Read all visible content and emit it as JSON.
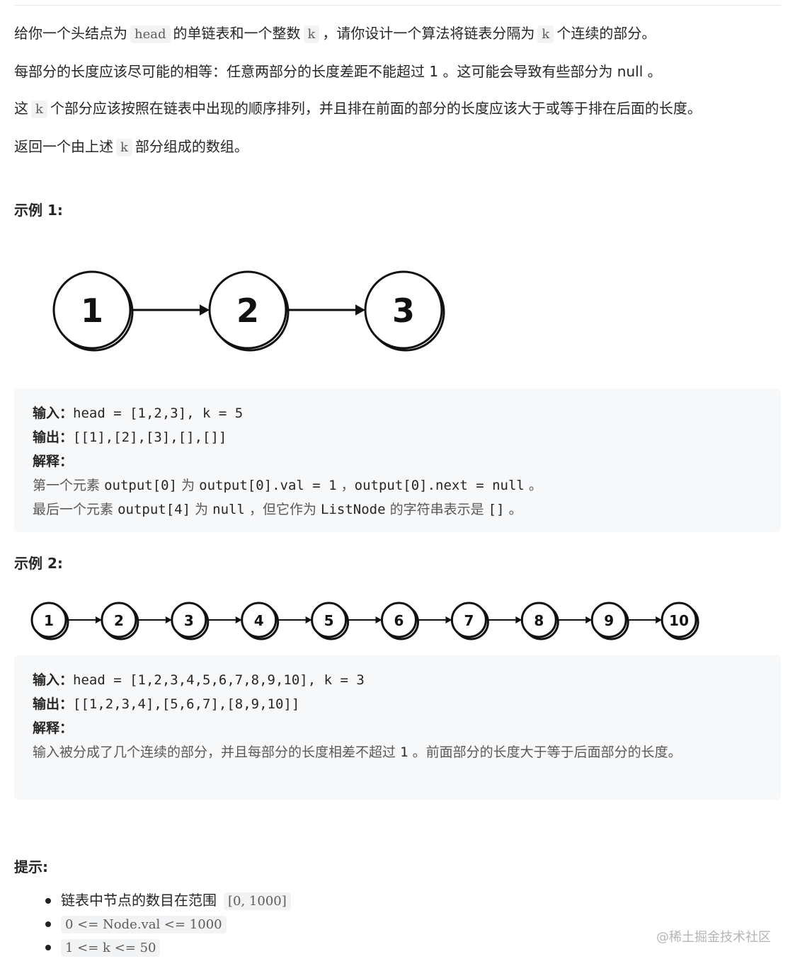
{
  "intro": {
    "p1": {
      "a": "给你一个头结点为",
      "code1": "head",
      "b": "的单链表和一个整数",
      "code2": "k",
      "c": "，请你设计一个算法将链表分隔为",
      "code3": "k",
      "d": "个连续的部分。"
    },
    "p2": "每部分的长度应该尽可能的相等：任意两部分的长度差距不能超过 1 。这可能会导致有些部分为 null 。",
    "p3": {
      "a": "这",
      "code": "k",
      "b": "个部分应该按照在链表中出现的顺序排列，并且排在前面的部分的长度应该大于或等于排在后面的长度。"
    },
    "p4": {
      "a": "返回一个由上述",
      "code": "k",
      "b": "部分组成的数组。"
    }
  },
  "example1": {
    "heading": "示例 1:",
    "nodes": [
      "1",
      "2",
      "3"
    ],
    "input_label": "输入：",
    "input": "head = [1,2,3], k = 5",
    "output_label": "输出：",
    "output": "[[1],[2],[3],[],[]]",
    "explain_label": "解释：",
    "explain1": {
      "a": "第一个元素",
      "m1": "output[0]",
      "b": "为",
      "m2": "output[0].val = 1",
      "c": "，",
      "m3": "output[0].next = null",
      "d": "。"
    },
    "explain2": {
      "a": "最后一个元素",
      "m1": "output[4]",
      "b": "为",
      "m2": "null",
      "c": "，但它作为",
      "m3": "ListNode",
      "d": "的字符串表示是",
      "m4": "[]",
      "e": "。"
    }
  },
  "example2": {
    "heading": "示例 2:",
    "nodes": [
      "1",
      "2",
      "3",
      "4",
      "5",
      "6",
      "7",
      "8",
      "9",
      "10"
    ],
    "input_label": "输入：",
    "input": "head = [1,2,3,4,5,6,7,8,9,10], k = 3",
    "output_label": "输出：",
    "output": "[[1,2,3,4],[5,6,7],[8,9,10]]",
    "explain_label": "解释：",
    "explain": {
      "a": "输入被分成了几个连续的部分，并且每部分的长度相差不超过",
      "m1": "1",
      "b": "。前面部分的长度大于等于后面部分的长度。"
    }
  },
  "hints": {
    "heading": "提示:",
    "items": [
      {
        "text": "链表中节点的数目在范围",
        "code": "[0, 1000]"
      },
      {
        "text": "",
        "code": "0 <= Node.val <= 1000"
      },
      {
        "text": "",
        "code": "1 <= k <= 50"
      }
    ]
  },
  "watermark": "@稀土掘金技术社区"
}
